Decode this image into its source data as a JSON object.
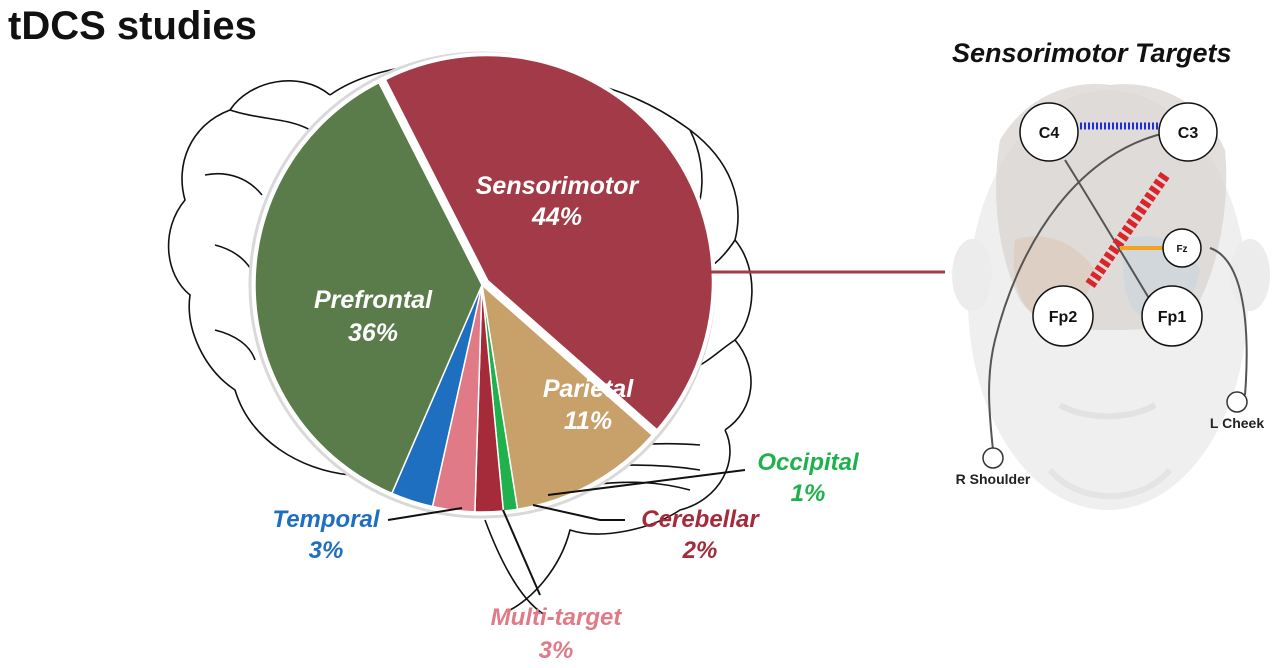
{
  "title": "tDCS studies",
  "chart_data": {
    "type": "pie",
    "unit": "%",
    "slices": [
      {
        "name": "Sensorimotor",
        "value": 44,
        "label": "44%",
        "color": "#a23b47"
      },
      {
        "name": "Parietal",
        "value": 11,
        "label": "11%",
        "color": "#c8a16a"
      },
      {
        "name": "Occipital",
        "value": 1,
        "label": "1%",
        "color": "#1fb14b"
      },
      {
        "name": "Cerebellar",
        "value": 2,
        "label": "2%",
        "color": "#a52a3a"
      },
      {
        "name": "Multi-target",
        "value": 3,
        "label": "3%",
        "color": "#e07a86"
      },
      {
        "name": "Temporal",
        "value": 3,
        "label": "3%",
        "color": "#1f6fc0"
      },
      {
        "name": "Prefrontal",
        "value": 36,
        "label": "36%",
        "color": "#5a7c4a"
      }
    ]
  },
  "external_label_colors": {
    "Occipital": "#1fb14b",
    "Cerebellar": "#a52a3a",
    "Multi-target": "#e07a86",
    "Temporal": "#1f6fc0"
  },
  "sensorimotor_panel": {
    "title": "Sensorimotor Targets",
    "electrodes": {
      "c4": "C4",
      "c3": "C3",
      "fz": "Fz",
      "fp2": "Fp2",
      "fp1": "Fp1"
    },
    "references": {
      "r_shoulder": "R Shoulder",
      "l_cheek": "L Cheek"
    }
  }
}
